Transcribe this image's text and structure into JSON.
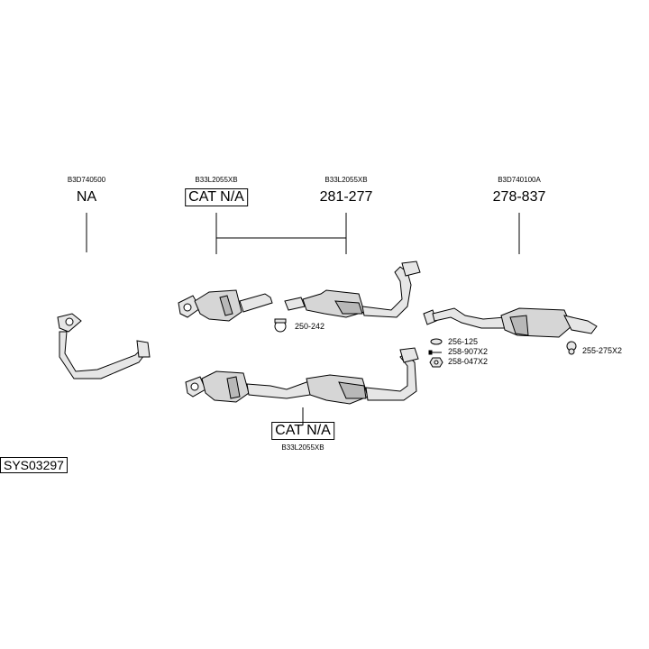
{
  "system_id": "SYS03297",
  "parts": [
    {
      "code": "B3D740500",
      "number": "NA",
      "boxed": false
    },
    {
      "code": "B33L2055XB",
      "number": "CAT N/A",
      "boxed": true
    },
    {
      "code": "B33L2055XB",
      "number": "281-277",
      "boxed": false
    },
    {
      "code": "B3D740100A",
      "number": "278-837",
      "boxed": false
    },
    {
      "code": "B33L2055XB",
      "number": "CAT N/A",
      "boxed": true
    }
  ],
  "accessories": [
    {
      "number": "250-242",
      "icon": "clamp-icon"
    },
    {
      "number": "256-125",
      "icon": "gasket-ring-icon"
    },
    {
      "number": "258-907X2",
      "icon": "bolt-icon"
    },
    {
      "number": "258-047X2",
      "icon": "nut-icon"
    },
    {
      "number": "255-275X2",
      "icon": "rubber-hanger-icon"
    }
  ],
  "colors": {
    "line": "#000000",
    "part_fill": "#e6e6e6",
    "part_shade": "#b8b8b8"
  }
}
